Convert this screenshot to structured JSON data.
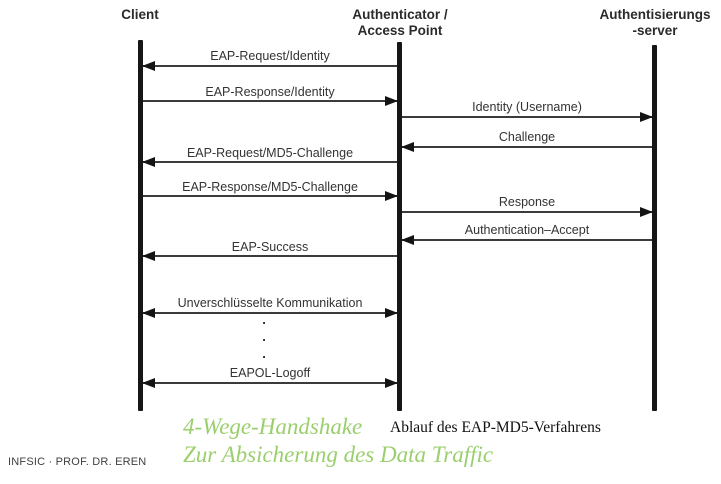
{
  "actors": {
    "client": "Client",
    "authenticator_line1": "Authenticator /",
    "authenticator_line2": "Access Point",
    "server_line1": "Authentisierungs",
    "server_line2": "-server"
  },
  "messages": [
    {
      "label": "EAP-Request/Identity",
      "from": "authenticator",
      "to": "client",
      "direction": "left"
    },
    {
      "label": "EAP-Response/Identity",
      "from": "client",
      "to": "authenticator",
      "direction": "right"
    },
    {
      "label": "Identity (Username)",
      "from": "authenticator",
      "to": "server",
      "direction": "right"
    },
    {
      "label": "Challenge",
      "from": "server",
      "to": "authenticator",
      "direction": "left"
    },
    {
      "label": "EAP-Request/MD5-Challenge",
      "from": "authenticator",
      "to": "client",
      "direction": "left"
    },
    {
      "label": "EAP-Response/MD5-Challenge",
      "from": "client",
      "to": "authenticator",
      "direction": "right"
    },
    {
      "label": "Response",
      "from": "authenticator",
      "to": "server",
      "direction": "right"
    },
    {
      "label": "Authentication–Accept",
      "from": "server",
      "to": "authenticator",
      "direction": "left"
    },
    {
      "label": "EAP-Success",
      "from": "authenticator",
      "to": "client",
      "direction": "left"
    },
    {
      "label": "Unverschlüsselte Kommunikation",
      "from": "client",
      "to": "authenticator",
      "direction": "both"
    },
    {
      "label": "EAPOL-Logoff",
      "from": "client",
      "to": "authenticator",
      "direction": "both"
    }
  ],
  "dots": [
    ".",
    ".",
    "."
  ],
  "captions": {
    "handshake_line1": "4-Wege-Handshake",
    "handshake_line2": "Zur Absicherung des Data Traffic",
    "diagram_caption": "Ablauf des EAP-MD5-Verfahrens"
  },
  "footer": "INFSIC · PROF. DR. EREN",
  "colors": {
    "caption_green": "#9bcf6e",
    "line_dark": "#161616",
    "arrow_line": "#3b3b3b"
  }
}
